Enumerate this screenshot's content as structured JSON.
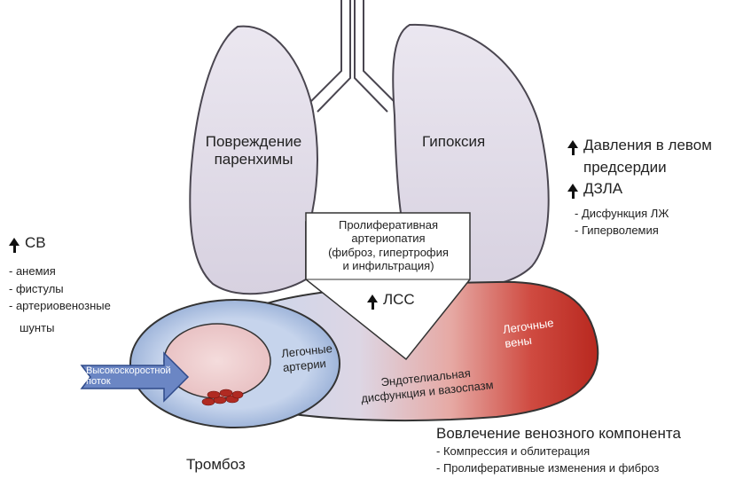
{
  "lungs": {
    "left_label_line1": "Повреждение",
    "left_label_line2": "паренхимы",
    "right_label": "Гипоксия"
  },
  "arteriopathy_box": {
    "line1": "Пролиферативная",
    "line2": "артериопатия",
    "line3": "(фиброз, гипертрофия",
    "line4": "и инфильтрация)",
    "pvr_label": "ЛСС"
  },
  "left_heart": {
    "title_line1": "Давления в левом",
    "title_line2": "предсердии",
    "pcwp": "ДЗЛА",
    "items": [
      "Дисфункция ЛЖ",
      "Гиперволемия"
    ]
  },
  "cardiac_output": {
    "title": "СВ",
    "items": [
      "анемия",
      "фистулы",
      "артериовенозные"
    ],
    "continuation": "шунты"
  },
  "vessel": {
    "flow_line1": "Высокоскоростной",
    "flow_line2": "поток",
    "arteries_line1": "Легочные",
    "arteries_line2": "артерии",
    "veins_line1": "Легочные",
    "veins_line2": "вены",
    "endothelial_line1": "Эндотелиальная",
    "endothelial_line2": "дисфункция и вазоспазм"
  },
  "thrombosis": "Тромбоз",
  "venous": {
    "title": "Вовлечение венозного компонента",
    "items": [
      "Компрессия и облитерация",
      "Пролиферативные изменения и фиброз"
    ]
  },
  "colors": {
    "lung_fill": "#e6e1ec",
    "lung_stroke": "#4a4650",
    "artery_blue": "#b9cbe6",
    "vein_red": "#c8342c",
    "flow_arrow": "#6b86c4",
    "clot": "#b02a22"
  }
}
